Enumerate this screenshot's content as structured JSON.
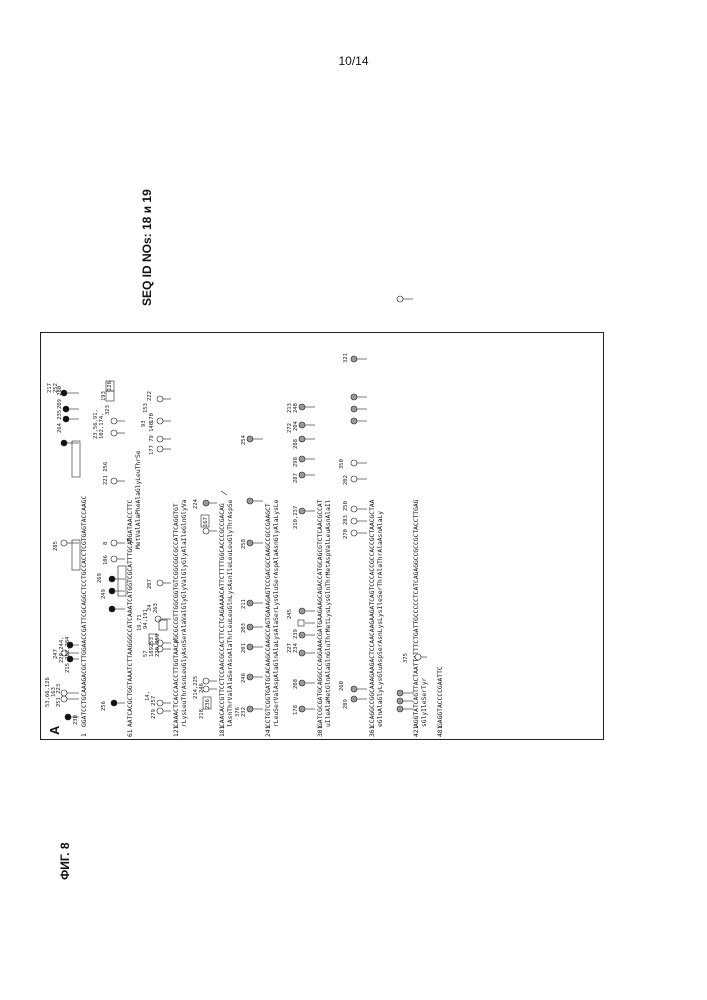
{
  "page_number": "10/14",
  "figure_label": "ФИГ. 8",
  "sequence_title": "SEQ ID NOs: 18 и 19",
  "panel_letter": "A",
  "lines": [
    {
      "num": "1",
      "dna": "GGATCCTGCAAAGACGCTTGGAACCGATTCGCAGGCTCCTGCCACCTCGTGAGTACCAAGC",
      "protein": ""
    },
    {
      "num": "61",
      "dna": "AATCACGCTGGTAAATCTTAAGGGCCATCAAATCATGGTCGCATTTGCAGGATAACCTTC",
      "protein": "MetValAlaPheAlaGlyLeuThrSe"
    },
    {
      "num": "121",
      "dna": "CAAACTCACCAACCTTGGTAACAGCGCCGTTGGCGGTGTCGGCGGCGCCATTCAGGTGT",
      "protein": "rLysLeuThrAsnLeuGlyAsnSerAlaValGlyGlyValGlyGlyAlaIleGlnGlyVa"
    },
    {
      "num": "181",
      "dna": "CAACACCGTTCCTCCAACGCCACTTCCTCAGAAAACATTCTTTTGGCACCCGCCGACAG",
      "protein": "lAsnThrValAlaSerAsnAlaThrLeuLeuGlnLysAsnIleLeuLeuGlyThrAspSe"
    },
    {
      "num": "241",
      "dna": "CCTGTCGGTGATGCACAAGCCAAGCCAGTGAAAGAGTCCGACGCCAAGCCGCCGAAGCT",
      "protein": "rLeuSerValAspAlaGlnAlaLysAlaSerLysGluSerAspAlaAsnGlyAlaLysLe"
    },
    {
      "num": "301",
      "dna": "GATCGCGATGCAGGCCCAGGAAACGATGAAGAAGCAGACCATGCAGCGTCTCAACGCCAT",
      "protein": "uIleAlaMetGlnAlaGlnGluThrMetLysLysGlnThrMetAspValLeuAsnAlaIl"
    },
    {
      "num": "361",
      "dna": "CCAGGCCGGCAAAGAAGACTCCAACAAGAAGATCAGTCCCACCGCCACCGCTAACGCTAA",
      "protein": "eGlnAlaGlyLysGluAspSerAsnLysLysIleSerThrAlaThrAlaAsnAlaLy"
    },
    {
      "num": "421",
      "dna": "AGGTATCAGTTACTAATTATTTCTGATTGCCCCCTCATCAGAGGCCGCCGCTACCTTGAG",
      "protein": "sGlyIleSerTyr"
    },
    {
      "num": "481",
      "dna": "GAGGTACCCCGAATTC",
      "protein": ""
    }
  ],
  "site_labels": {
    "row1": [
      "53,66,126",
      "163",
      "251 223",
      "247",
      "230",
      "229,244,",
      "215 262,284",
      "285",
      "217",
      "252",
      "209 280",
      "264 235"
    ],
    "row2": [
      "256",
      "249",
      "269",
      "106",
      "8",
      "221 256",
      "23,56,91,",
      "102,174,",
      "323",
      "193",
      "126"
    ],
    "row3": [
      "279 257",
      "14,",
      "57",
      "189",
      "253",
      "220 259",
      "24",
      "263",
      "207",
      "19,71",
      "94,191",
      "177 79 140",
      "153",
      "170",
      "93",
      "222"
    ],
    "row4": [
      "214,225",
      "218",
      "236",
      "246",
      "224",
      "167"
    ],
    "row5": [
      "232",
      "376",
      "246",
      "201",
      "203",
      "211",
      "258",
      "254"
    ],
    "row6": [
      "178",
      "208",
      "227",
      "234",
      "239",
      "245",
      "210,237",
      "213",
      "272",
      "287",
      "298",
      "288",
      "204",
      "248"
    ],
    "row7": [
      "289",
      "260",
      "375",
      "270",
      "283",
      "250",
      "202",
      "350",
      "321"
    ]
  }
}
